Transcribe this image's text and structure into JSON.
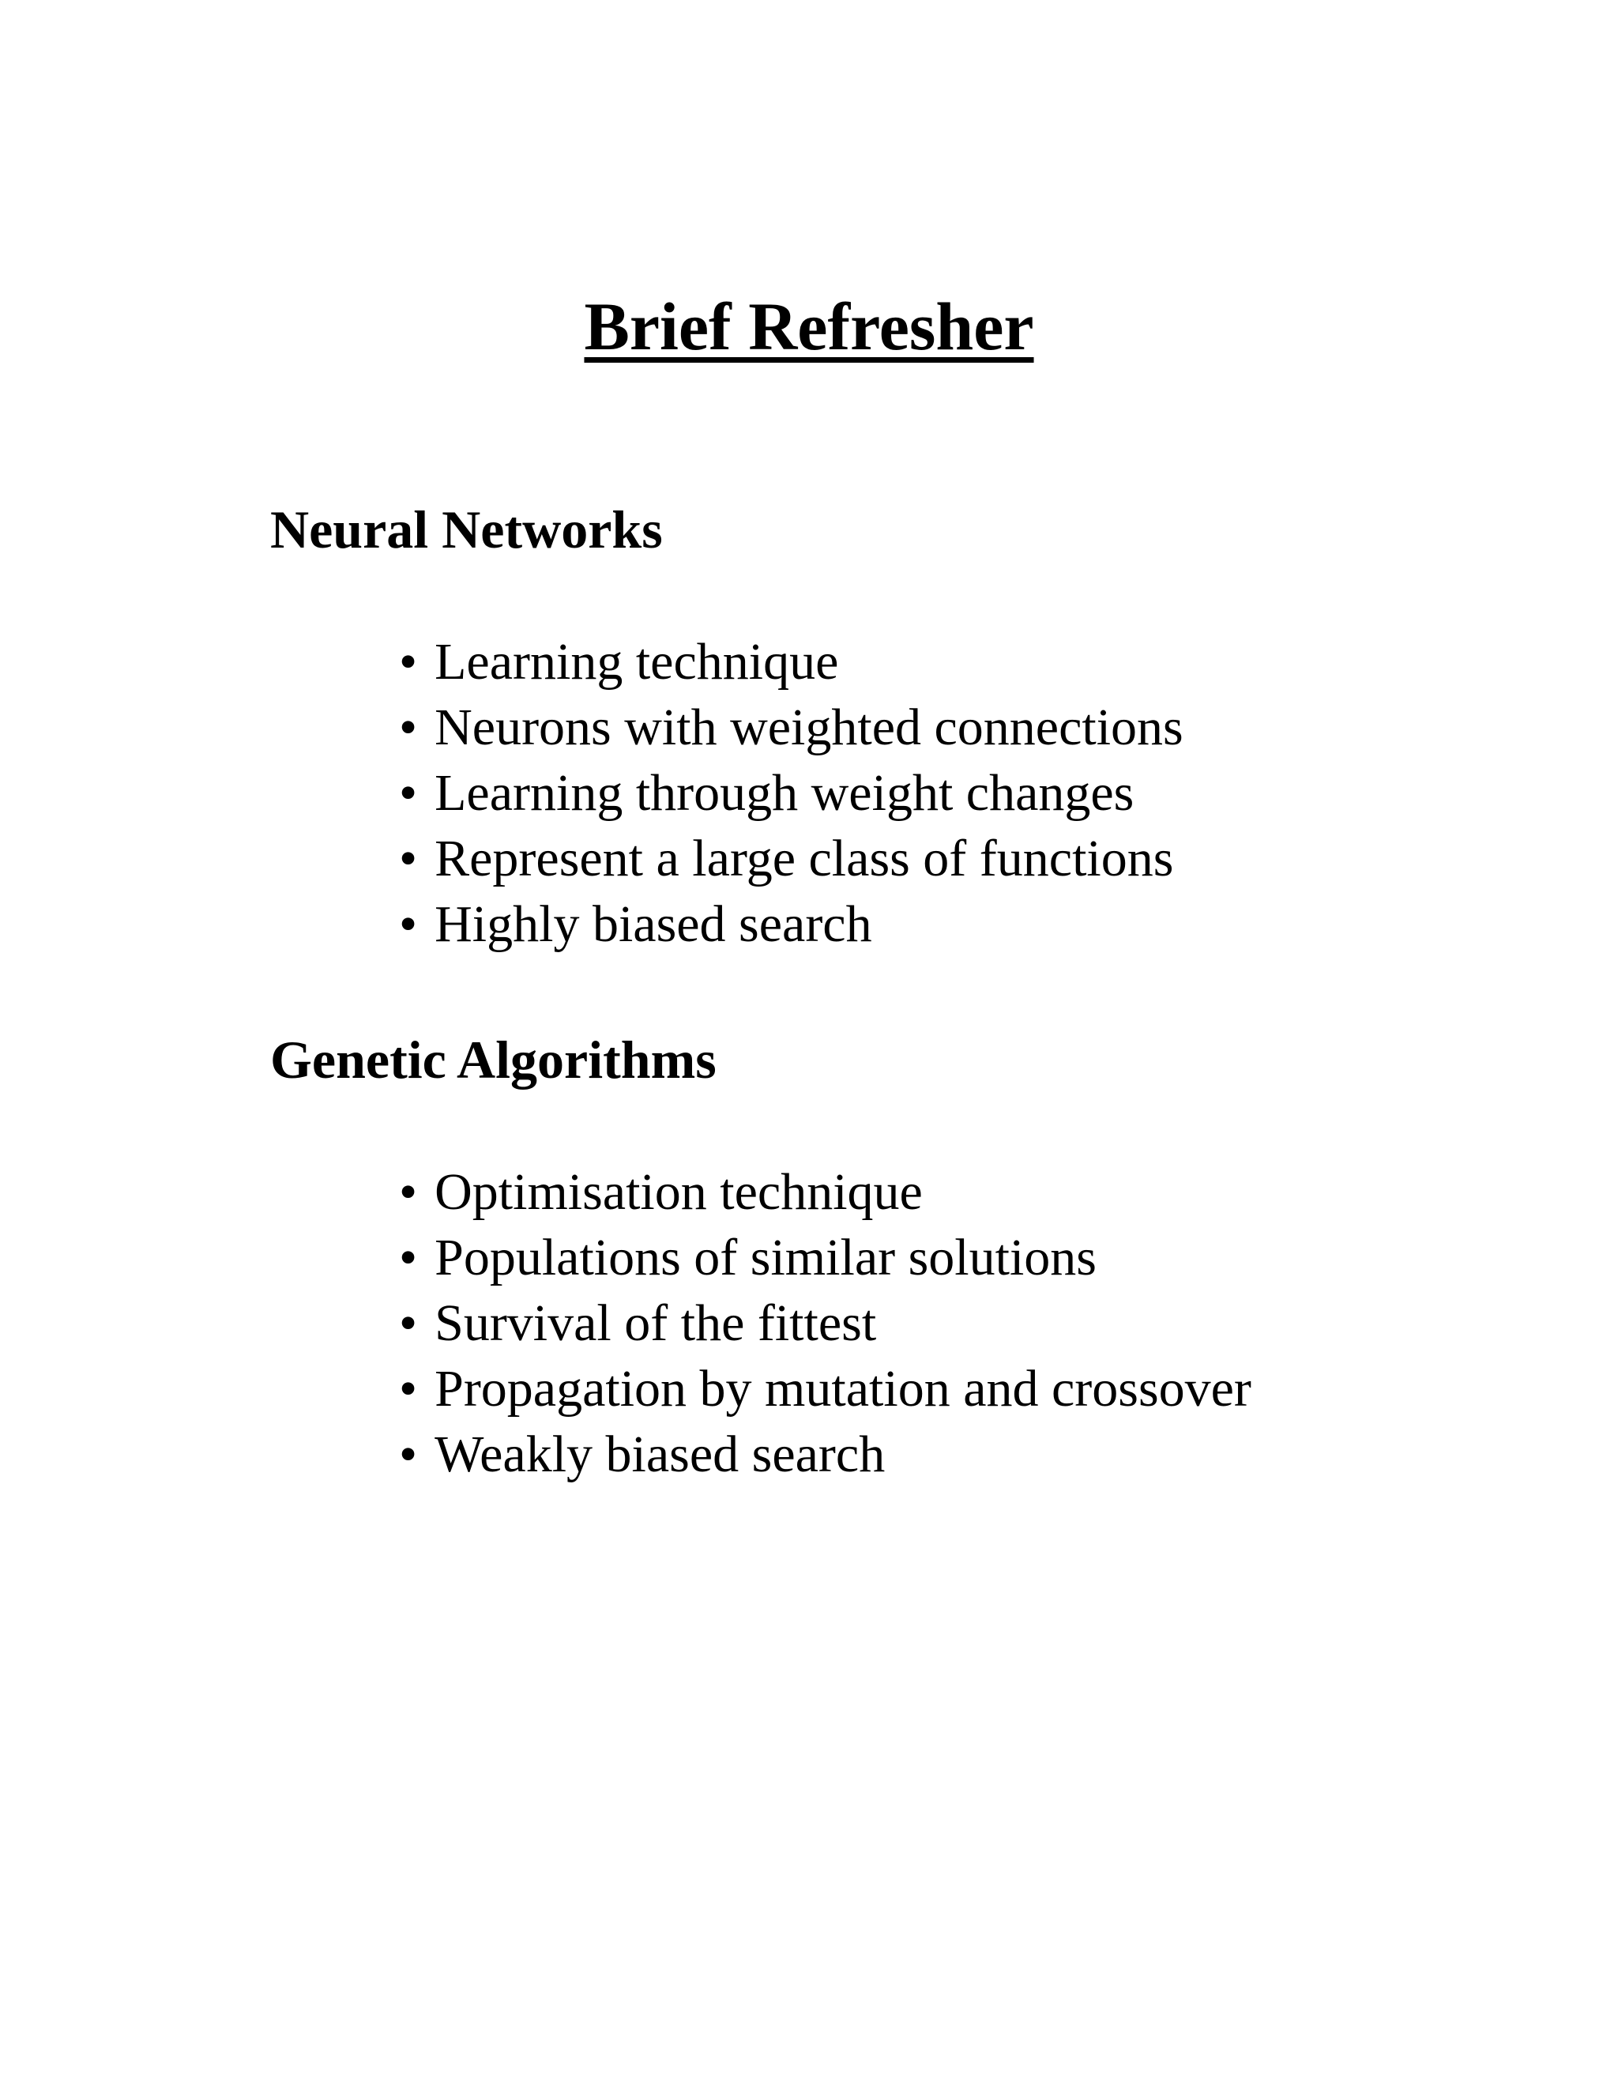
{
  "page": {
    "background_color": "#ffffff",
    "text_color": "#000000"
  },
  "title": "Brief Refresher",
  "bullet_glyph": "•",
  "sections": [
    {
      "heading": "Neural Networks",
      "bullets": [
        "Learning technique",
        "Neurons with weighted connections",
        "Learning through weight changes",
        "Represent a large class of functions",
        "Highly biased search"
      ]
    },
    {
      "heading": "Genetic Algorithms",
      "bullets": [
        "Optimisation technique",
        "Populations of similar solutions",
        "Survival of the fittest",
        "Propagation by mutation and crossover",
        "Weakly biased search"
      ]
    }
  ]
}
